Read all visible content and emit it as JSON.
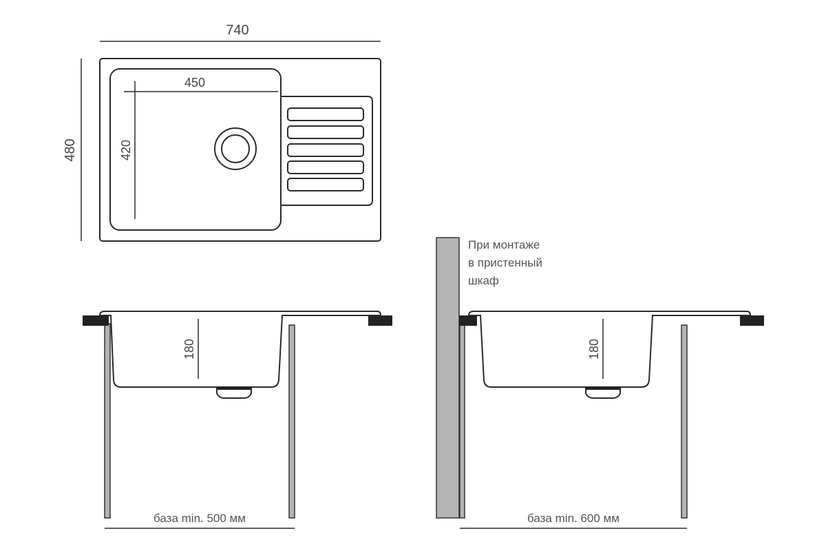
{
  "top_view": {
    "overall_width": "740",
    "overall_depth": "480",
    "bowl_width": "450",
    "bowl_depth": "420"
  },
  "side_view_standard": {
    "bowl_height": "180",
    "base_label": "база min. 500 мм"
  },
  "side_view_wall": {
    "note_lines": [
      "При монтаже",
      "в пристенный",
      "шкаф"
    ],
    "bowl_height": "180",
    "base_label": "база min. 600 мм"
  },
  "colors": {
    "line": "#2a2a2a",
    "panel": "#b4b4b4",
    "countertop": "#222222"
  }
}
